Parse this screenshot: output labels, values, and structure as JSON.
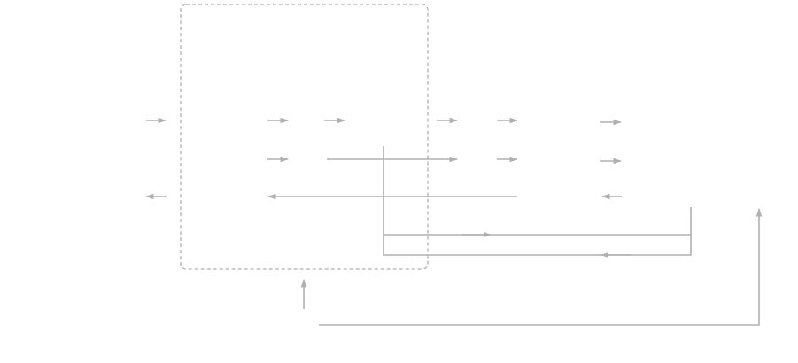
{
  "diagram": {
    "description_text": "",
    "colors": {
      "arrow": "#b0b0b0",
      "group_border": "#b0b0b0",
      "background": "#ffffff"
    },
    "group": {
      "name": "dashed-group",
      "style": "dashed-rounded"
    },
    "short_arrows": [
      {
        "name": "arrow-row1-col1",
        "dir": "right"
      },
      {
        "name": "arrow-row1-col2",
        "dir": "right"
      },
      {
        "name": "arrow-row1-col3",
        "dir": "right"
      },
      {
        "name": "arrow-row1-col4",
        "dir": "right"
      },
      {
        "name": "arrow-row1-col5",
        "dir": "right"
      },
      {
        "name": "arrow-row1-col6",
        "dir": "right"
      },
      {
        "name": "arrow-row2-col2",
        "dir": "right"
      },
      {
        "name": "arrow-row2-col5",
        "dir": "right"
      },
      {
        "name": "arrow-row2-col6",
        "dir": "right"
      },
      {
        "name": "arrow-row3-col1",
        "dir": "left"
      },
      {
        "name": "arrow-row3-col6",
        "dir": "left"
      },
      {
        "name": "arrow-bottom-up",
        "dir": "up"
      }
    ],
    "long_connectors": [
      {
        "name": "connector-row2-long",
        "dir": "right"
      },
      {
        "name": "connector-row3-long",
        "dir": "left"
      },
      {
        "name": "connector-loop-forward",
        "dir": "right"
      },
      {
        "name": "connector-loop-return",
        "dir": "left"
      },
      {
        "name": "connector-bottom-return",
        "dir": "up"
      }
    ]
  }
}
